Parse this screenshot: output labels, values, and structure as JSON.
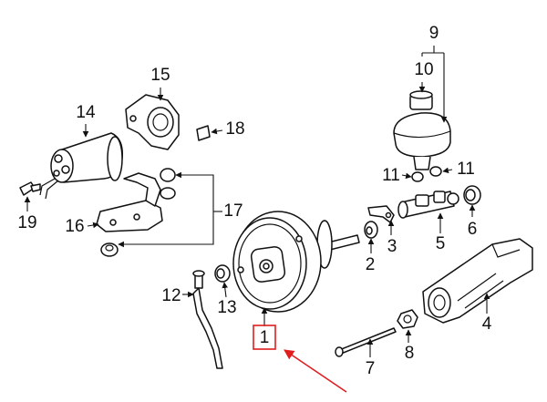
{
  "diagram": {
    "type": "exploded-parts-diagram",
    "callouts": [
      {
        "id": "1",
        "label": "1",
        "highlighted": true
      },
      {
        "id": "2",
        "label": "2"
      },
      {
        "id": "3",
        "label": "3"
      },
      {
        "id": "4",
        "label": "4"
      },
      {
        "id": "5",
        "label": "5"
      },
      {
        "id": "6",
        "label": "6"
      },
      {
        "id": "7",
        "label": "7"
      },
      {
        "id": "8",
        "label": "8"
      },
      {
        "id": "9",
        "label": "9"
      },
      {
        "id": "10",
        "label": "10"
      },
      {
        "id": "11a",
        "label": "11"
      },
      {
        "id": "11b",
        "label": "11"
      },
      {
        "id": "12",
        "label": "12"
      },
      {
        "id": "13",
        "label": "13"
      },
      {
        "id": "14",
        "label": "14"
      },
      {
        "id": "15",
        "label": "15"
      },
      {
        "id": "16",
        "label": "16"
      },
      {
        "id": "17",
        "label": "17"
      },
      {
        "id": "18",
        "label": "18"
      },
      {
        "id": "19",
        "label": "19"
      }
    ],
    "colors": {
      "line": "#111111",
      "background": "#ffffff",
      "highlight": "#e01e1e"
    }
  }
}
